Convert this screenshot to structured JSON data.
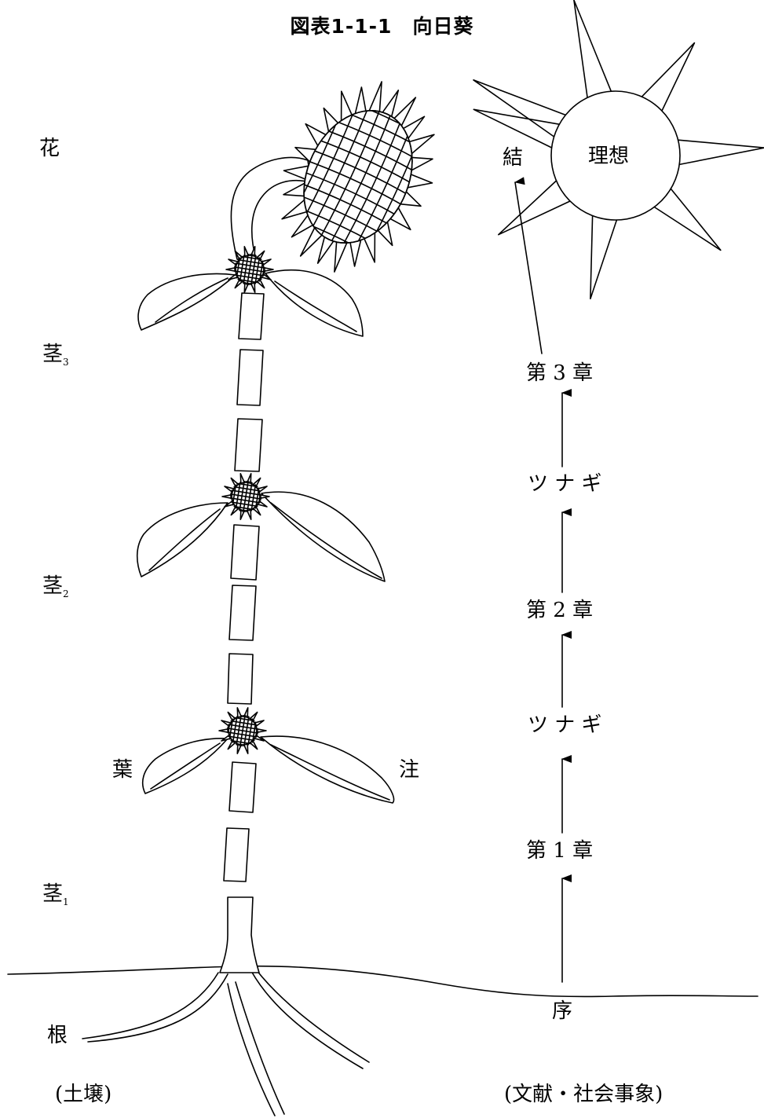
{
  "title": "図表1-1-1　向日葵",
  "left_labels": {
    "flower": "花",
    "stem3": "茎",
    "stem3_sub": "3",
    "stem2": "茎",
    "stem2_sub": "2",
    "stem1": "茎",
    "stem1_sub": "1",
    "leaf": "葉",
    "note": "注",
    "root": "根",
    "soil": "(土壌)"
  },
  "right_labels": {
    "conclusion": "結",
    "ideal": "理想",
    "chapter3": "第 3 章",
    "link2": "ツ ナ ギ",
    "chapter2": "第 2 章",
    "link1": "ツ ナ ギ",
    "chapter1": "第 1 章",
    "intro": "序",
    "sources": "(文献・社会事象)"
  }
}
